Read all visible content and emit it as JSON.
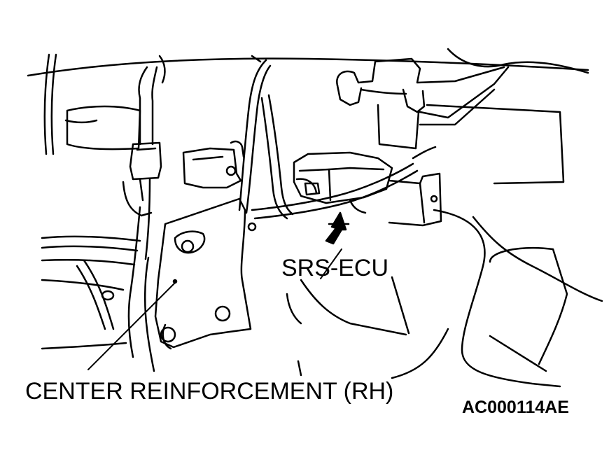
{
  "labels": {
    "srs_ecu": "SRS-ECU",
    "center_reinforcement": "CENTER REINFORCEMENT (RH)",
    "figure_code": "AC000114AE"
  }
}
